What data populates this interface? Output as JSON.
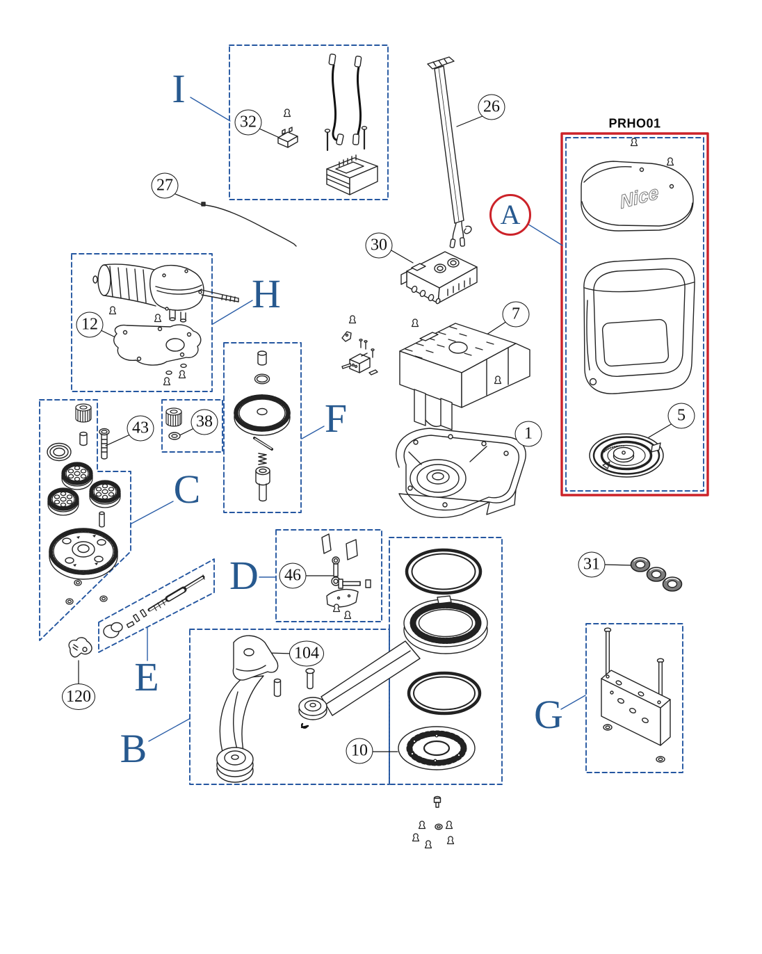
{
  "diagram": {
    "product_code": "PRHO01",
    "brand_logo": "Nice",
    "group_labels": {
      "A": "A",
      "B": "B",
      "C": "C",
      "D": "D",
      "E": "E",
      "F": "F",
      "G": "G",
      "H": "H",
      "I": "I"
    },
    "part_numbers": {
      "p1": "1",
      "p5": "5",
      "p7": "7",
      "p10": "10",
      "p12": "12",
      "p26": "26",
      "p27": "27",
      "p30": "30",
      "p31": "31",
      "p32": "32",
      "p38": "38",
      "p43": "43",
      "p46": "46",
      "p104": "104",
      "p120": "120"
    },
    "colors": {
      "highlight_red": "#cc2229",
      "box_dash_blue": "#2456a0",
      "group_label_blue": "#27598f",
      "artwork_ink": "#222222"
    }
  }
}
